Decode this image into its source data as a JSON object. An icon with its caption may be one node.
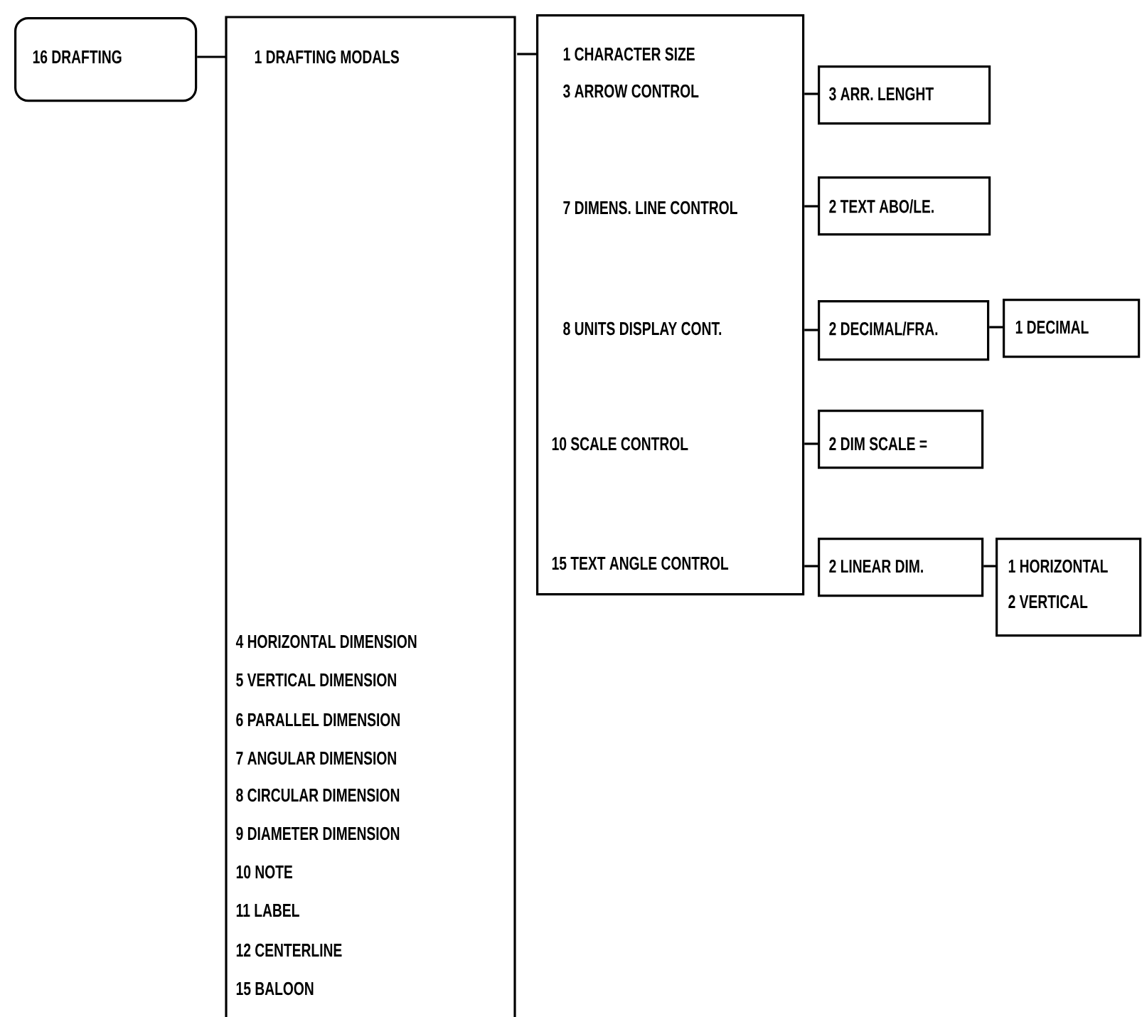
{
  "diagram": {
    "nodes": [
      {
        "text": [
          "16 DRAFTING"
        ]
      },
      {
        "text": [
          "1 DRAFTING MODALS",
          "4 HORIZONTAL DIMENSION",
          "5 VERTICAL DIMENSION",
          "6 PARALLEL DIMENSION",
          "7 ANGULAR DIMENSION",
          "8 CIRCULAR DIMENSION",
          "9 DIAMETER DIMENSION",
          "10 NOTE",
          "11 LABEL",
          "12 CENTERLINE",
          "15 BALOON"
        ]
      },
      {
        "text": [
          "1 CHARACTER SIZE",
          "3 ARROW CONTROL",
          "7 DIMENS. LINE CONTROL",
          "8 UNITS DISPLAY CONT.",
          "10 SCALE CONTROL",
          "15 TEXT ANGLE CONTROL"
        ]
      },
      {
        "text": [
          "3 ARR. LENGHT"
        ]
      },
      {
        "text": [
          "2 TEXT ABO/LE."
        ]
      },
      {
        "text": [
          "2 DECIMAL/FRA."
        ]
      },
      {
        "text": [
          "1 DECIMAL"
        ]
      },
      {
        "text": [
          "2 DIM SCALE ="
        ]
      },
      {
        "text": [
          "2 LINEAR DIM."
        ]
      },
      {
        "text": [
          "1 HORIZONTAL",
          "2 VERTICAL"
        ]
      }
    ],
    "edges": [
      {
        "from": 0,
        "to": 1,
        "arrow": "none"
      },
      {
        "from": 1,
        "to": 2,
        "arrow": "none"
      },
      {
        "from": 2,
        "to": 3,
        "arrow": "none"
      },
      {
        "from": 2,
        "to": 4,
        "arrow": "none"
      },
      {
        "from": 2,
        "to": 5,
        "arrow": "none"
      },
      {
        "from": 5,
        "to": 6,
        "arrow": "none"
      },
      {
        "from": 2,
        "to": 7,
        "arrow": "none"
      },
      {
        "from": 2,
        "to": 8,
        "arrow": "none"
      },
      {
        "from": 8,
        "to": 9,
        "arrow": "none"
      }
    ]
  }
}
